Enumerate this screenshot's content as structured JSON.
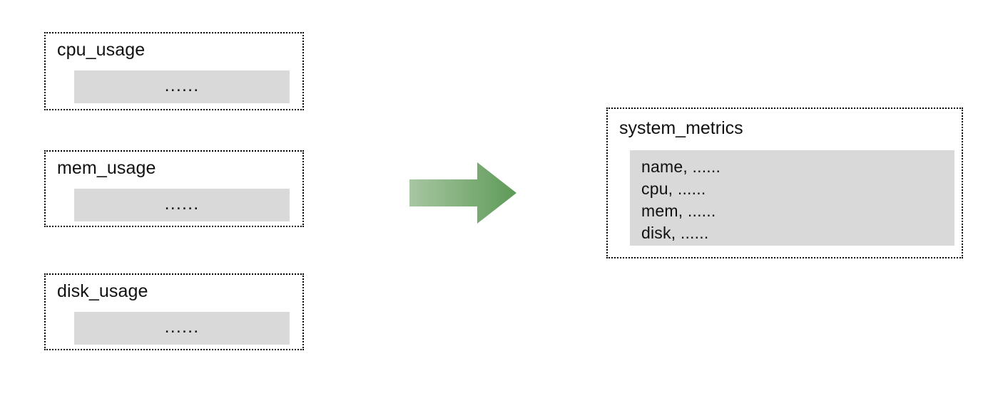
{
  "diagram": {
    "title": "",
    "type": "data-merge-flow",
    "colors": {
      "box_border": "#000000",
      "box_fill": "#ffffff",
      "panel_fill": "#d9d9d9",
      "arrow_gradient_start": "#a7c6a2",
      "arrow_gradient_end": "#5d9a58",
      "text": "#111111"
    },
    "sources": [
      {
        "title": "cpu_usage",
        "content": "......"
      },
      {
        "title": "mem_usage",
        "content": "......"
      },
      {
        "title": "disk_usage",
        "content": "......"
      }
    ],
    "arrow": {
      "icon_name": "right-arrow-icon",
      "direction": "right",
      "label": ""
    },
    "target": {
      "title": "system_metrics",
      "lines": [
        "name, ......",
        "cpu, ......",
        "mem, ......",
        "disk, ......"
      ]
    }
  }
}
